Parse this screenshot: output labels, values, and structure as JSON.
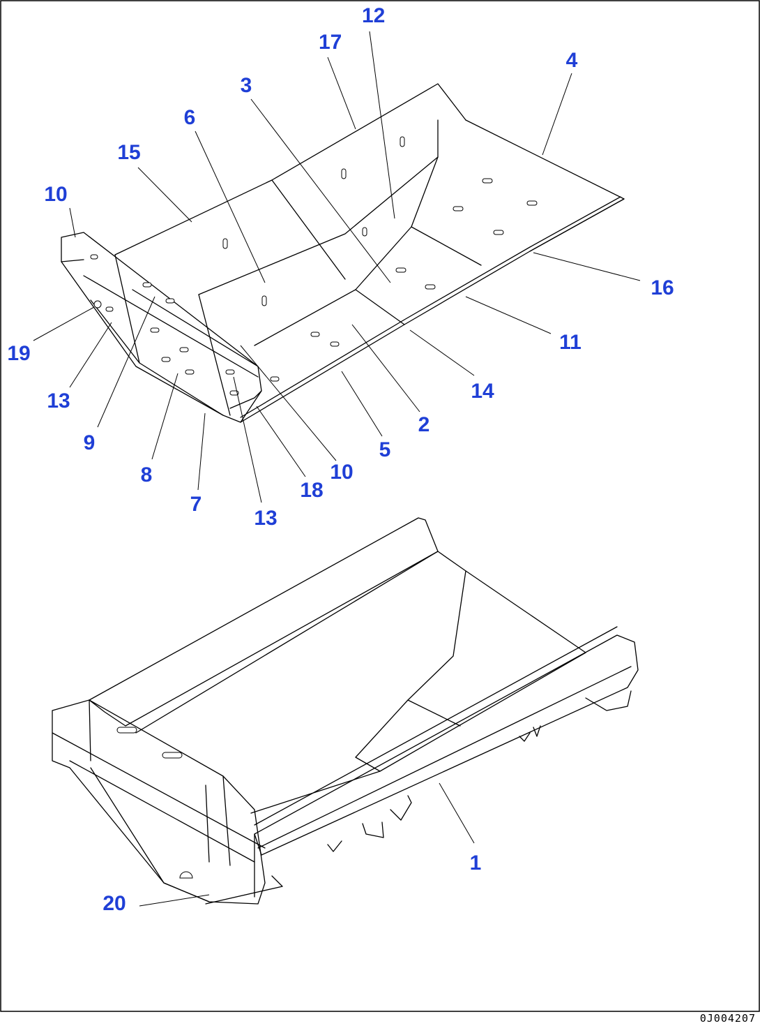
{
  "callouts": [
    {
      "label": "12"
    },
    {
      "label": "17"
    },
    {
      "label": "4"
    },
    {
      "label": "3"
    },
    {
      "label": "6"
    },
    {
      "label": "15"
    },
    {
      "label": "10"
    },
    {
      "label": "16"
    },
    {
      "label": "19"
    },
    {
      "label": "11"
    },
    {
      "label": "13"
    },
    {
      "label": "14"
    },
    {
      "label": "9"
    },
    {
      "label": "2"
    },
    {
      "label": "5"
    },
    {
      "label": "8"
    },
    {
      "label": "10"
    },
    {
      "label": "18"
    },
    {
      "label": "7"
    },
    {
      "label": "13"
    },
    {
      "label": "1"
    },
    {
      "label": "20"
    }
  ],
  "drawing_id": "0J004207"
}
